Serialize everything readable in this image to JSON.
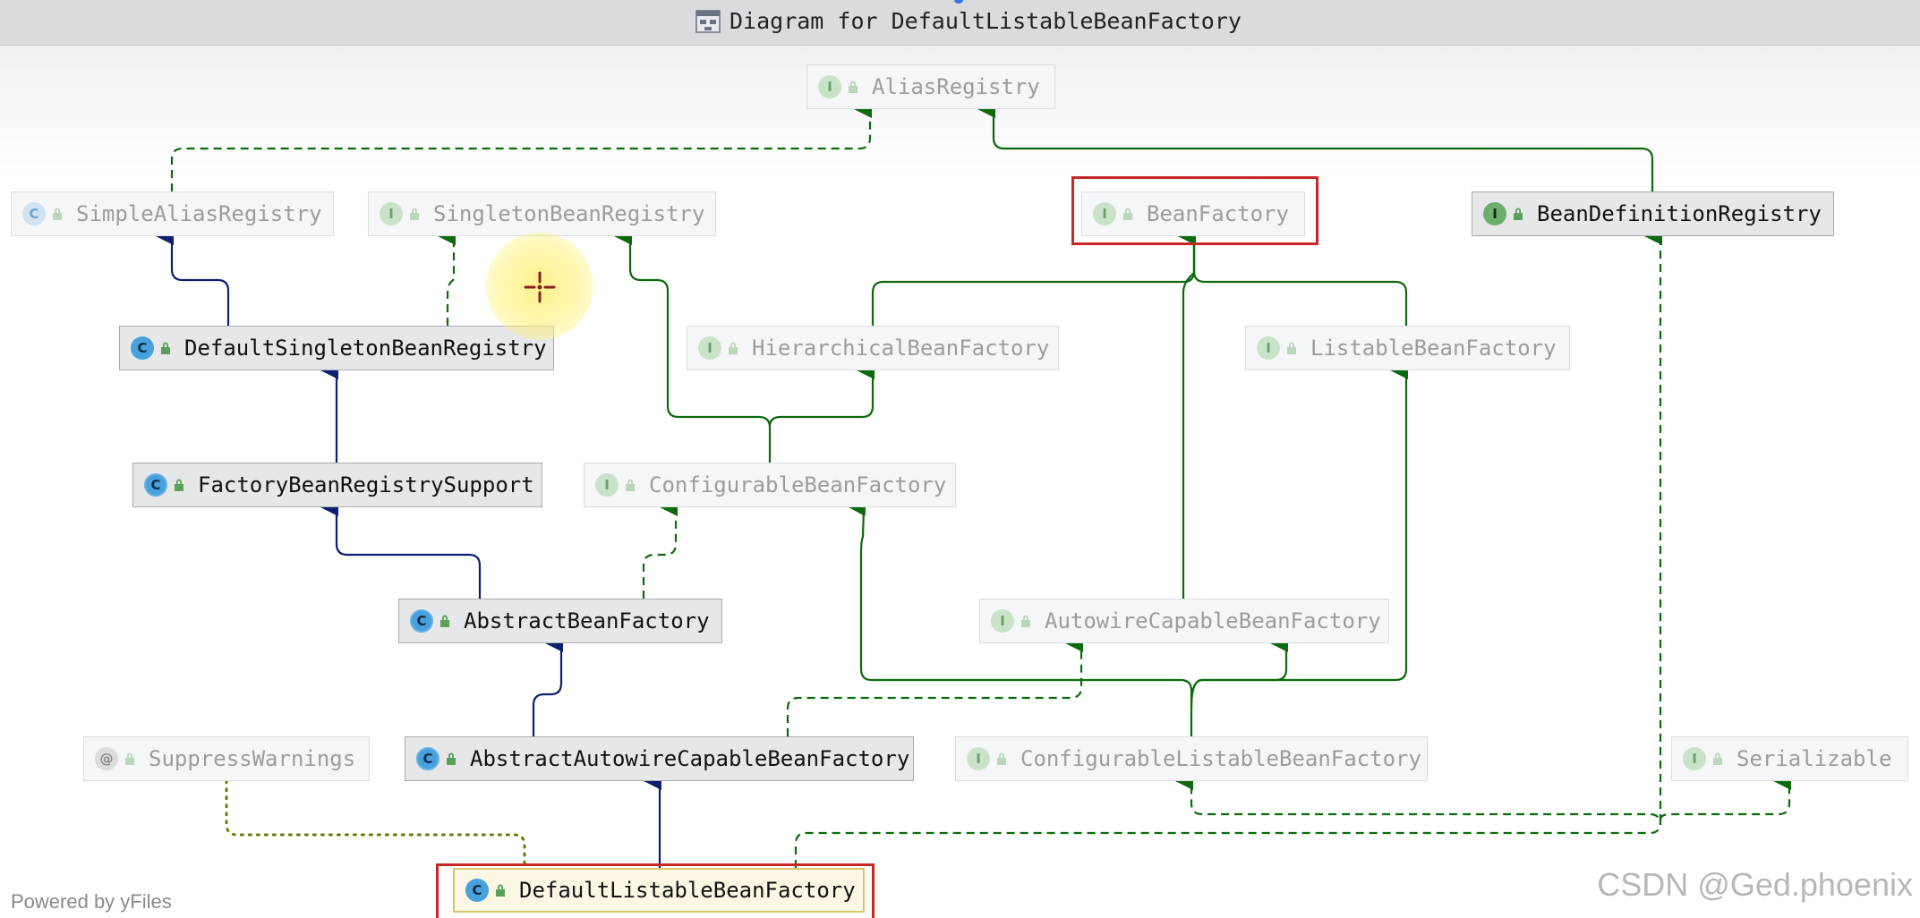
{
  "window": {
    "title": "Diagram for DefaultListableBeanFactory"
  },
  "colors": {
    "implements": "#0b6a0b",
    "extends": "#0b1f6e",
    "annotation": "#6b7a00",
    "highlight": "#c62828"
  },
  "nodes": [
    {
      "id": "alias-registry",
      "label": "AliasRegistry",
      "kind": "interface",
      "icon": "interface-icon"
    },
    {
      "id": "simple-alias-registry",
      "label": "SimpleAliasRegistry",
      "kind": "class",
      "icon": "class-icon"
    },
    {
      "id": "singleton-bean-registry",
      "label": "SingletonBeanRegistry",
      "kind": "interface",
      "icon": "interface-icon"
    },
    {
      "id": "bean-factory",
      "label": "BeanFactory",
      "kind": "interface",
      "icon": "interface-icon",
      "highlighted": true
    },
    {
      "id": "bean-definition-registry",
      "label": "BeanDefinitionRegistry",
      "kind": "interface",
      "icon": "interface-icon"
    },
    {
      "id": "default-singleton-bean-registry",
      "label": "DefaultSingletonBeanRegistry",
      "kind": "class",
      "icon": "class-icon"
    },
    {
      "id": "hierarchical-bean-factory",
      "label": "HierarchicalBeanFactory",
      "kind": "interface",
      "icon": "interface-icon"
    },
    {
      "id": "listable-bean-factory",
      "label": "ListableBeanFactory",
      "kind": "interface",
      "icon": "interface-icon"
    },
    {
      "id": "factory-bean-registry-support",
      "label": "FactoryBeanRegistrySupport",
      "kind": "abstract-class",
      "icon": "abstract-class-icon"
    },
    {
      "id": "configurable-bean-factory",
      "label": "ConfigurableBeanFactory",
      "kind": "interface",
      "icon": "interface-icon"
    },
    {
      "id": "abstract-bean-factory",
      "label": "AbstractBeanFactory",
      "kind": "abstract-class",
      "icon": "abstract-class-icon"
    },
    {
      "id": "autowire-capable-bean-factory",
      "label": "AutowireCapableBeanFactory",
      "kind": "interface",
      "icon": "interface-icon"
    },
    {
      "id": "suppress-warnings",
      "label": "SuppressWarnings",
      "kind": "annotation",
      "icon": "annotation-icon"
    },
    {
      "id": "abstract-autowire-capable-bean-factory",
      "label": "AbstractAutowireCapableBeanFactory",
      "kind": "abstract-class",
      "icon": "abstract-class-icon"
    },
    {
      "id": "configurable-listable-bean-factory",
      "label": "ConfigurableListableBeanFactory",
      "kind": "interface",
      "icon": "interface-icon"
    },
    {
      "id": "serializable",
      "label": "Serializable",
      "kind": "interface",
      "icon": "interface-icon"
    },
    {
      "id": "default-listable-bean-factory",
      "label": "DefaultListableBeanFactory",
      "kind": "class",
      "icon": "class-icon",
      "highlighted": true
    }
  ],
  "badges": {
    "interface": "I",
    "class": "C",
    "abstract-class": "C",
    "annotation": "@"
  },
  "edges": [
    {
      "from": "simple-alias-registry",
      "to": "alias-registry",
      "type": "implements"
    },
    {
      "from": "bean-definition-registry",
      "to": "alias-registry",
      "type": "extends-interface"
    },
    {
      "from": "default-singleton-bean-registry",
      "to": "simple-alias-registry",
      "type": "extends"
    },
    {
      "from": "default-singleton-bean-registry",
      "to": "singleton-bean-registry",
      "type": "implements"
    },
    {
      "from": "factory-bean-registry-support",
      "to": "default-singleton-bean-registry",
      "type": "extends"
    },
    {
      "from": "abstract-bean-factory",
      "to": "factory-bean-registry-support",
      "type": "extends"
    },
    {
      "from": "abstract-bean-factory",
      "to": "configurable-bean-factory",
      "type": "implements"
    },
    {
      "from": "configurable-bean-factory",
      "to": "singleton-bean-registry",
      "type": "extends-interface"
    },
    {
      "from": "configurable-bean-factory",
      "to": "hierarchical-bean-factory",
      "type": "extends-interface"
    },
    {
      "from": "hierarchical-bean-factory",
      "to": "bean-factory",
      "type": "extends-interface"
    },
    {
      "from": "listable-bean-factory",
      "to": "bean-factory",
      "type": "extends-interface"
    },
    {
      "from": "autowire-capable-bean-factory",
      "to": "bean-factory",
      "type": "extends-interface"
    },
    {
      "from": "abstract-autowire-capable-bean-factory",
      "to": "abstract-bean-factory",
      "type": "extends"
    },
    {
      "from": "abstract-autowire-capable-bean-factory",
      "to": "autowire-capable-bean-factory",
      "type": "implements"
    },
    {
      "from": "configurable-listable-bean-factory",
      "to": "configurable-bean-factory",
      "type": "extends-interface"
    },
    {
      "from": "configurable-listable-bean-factory",
      "to": "autowire-capable-bean-factory",
      "type": "extends-interface"
    },
    {
      "from": "configurable-listable-bean-factory",
      "to": "listable-bean-factory",
      "type": "extends-interface"
    },
    {
      "from": "default-listable-bean-factory",
      "to": "abstract-autowire-capable-bean-factory",
      "type": "extends"
    },
    {
      "from": "default-listable-bean-factory",
      "to": "configurable-listable-bean-factory",
      "type": "implements"
    },
    {
      "from": "default-listable-bean-factory",
      "to": "bean-definition-registry",
      "type": "implements"
    },
    {
      "from": "default-listable-bean-factory",
      "to": "serializable",
      "type": "implements"
    },
    {
      "from": "default-listable-bean-factory",
      "to": "suppress-warnings",
      "type": "annotated-by"
    }
  ],
  "footer": {
    "powered_by": "Powered by yFiles",
    "watermark": "CSDN @Ged.phoenix"
  }
}
